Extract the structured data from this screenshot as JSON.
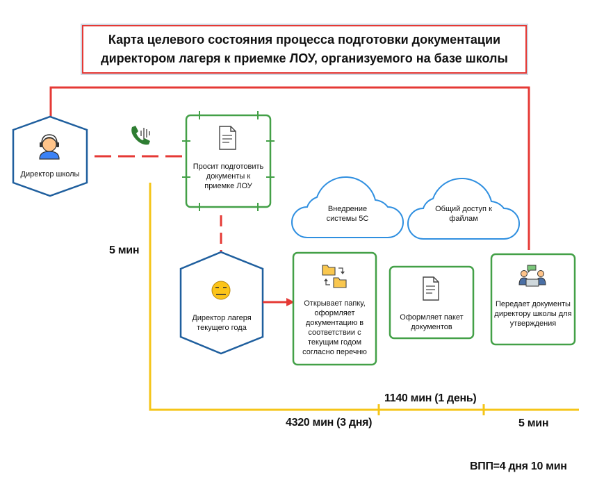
{
  "title": "Карта целевого состояния процесса подготовки документации директором лагеря к приемке ЛОУ, организуемого на базе школы",
  "nodes": {
    "director_school": "Директор школы",
    "asks": "Просит подготовить документы к приемке ЛОУ",
    "camp_director": "Директор лагеря текущего года",
    "opens_folder": "Открывает папку, оформляет документацию в соответствии с текущим годом согласно перечню",
    "forms_package": "Оформляет пакет документов",
    "hands_over": "Передает документы директору школы для утверждения"
  },
  "clouds": {
    "system_5c": "Внедрение системы 5С",
    "shared_access": "Общий доступ к файлам"
  },
  "timings": {
    "t1": "5 мин",
    "t2": "1140 мин (1 день)",
    "t3": "4320 мин (3 дня)",
    "t4": "5 мин",
    "total": "ВПП=4 дня 10 мин"
  },
  "colors": {
    "red": "#e53935",
    "green": "#43a047",
    "blue": "#1f5f9e",
    "cloud": "#2f8fe0",
    "yellow": "#f5c518"
  },
  "icons": [
    "phone-icon",
    "document-icon",
    "person-headset-icon",
    "neutral-face-icon",
    "folders-icon",
    "meeting-icon"
  ]
}
